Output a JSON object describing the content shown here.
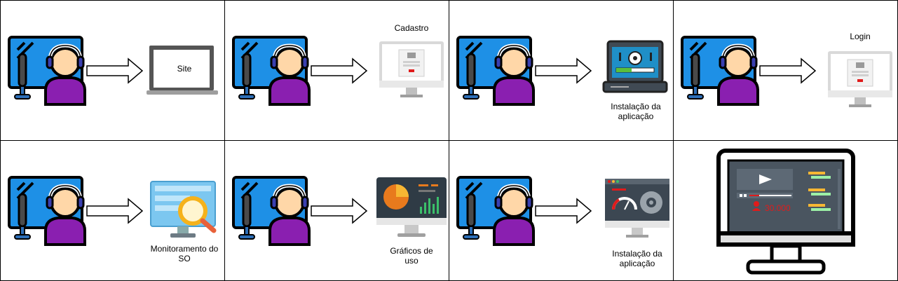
{
  "labels": {
    "site": "Site",
    "cadastro": "Cadastro",
    "instalacao1_l1": "Instalação da",
    "instalacao1_l2": "aplicação",
    "login": "Login",
    "monitoramento_l1": "Monitoramento do",
    "monitoramento_l2": "SO",
    "graficos_l1": "Gráficos de",
    "graficos_l2": "uso",
    "instalacao2_l1": "Instalação da",
    "instalacao2_l2": "aplicação",
    "viewer_count": "30.000"
  },
  "colors": {
    "monitor_blue": "#1e90e6",
    "skin": "#ffd7a8",
    "purple": "#8a1fb0",
    "headset": "#3a3fb0",
    "screen_dark": "#4a5560",
    "accent_red": "#e01b1b"
  }
}
